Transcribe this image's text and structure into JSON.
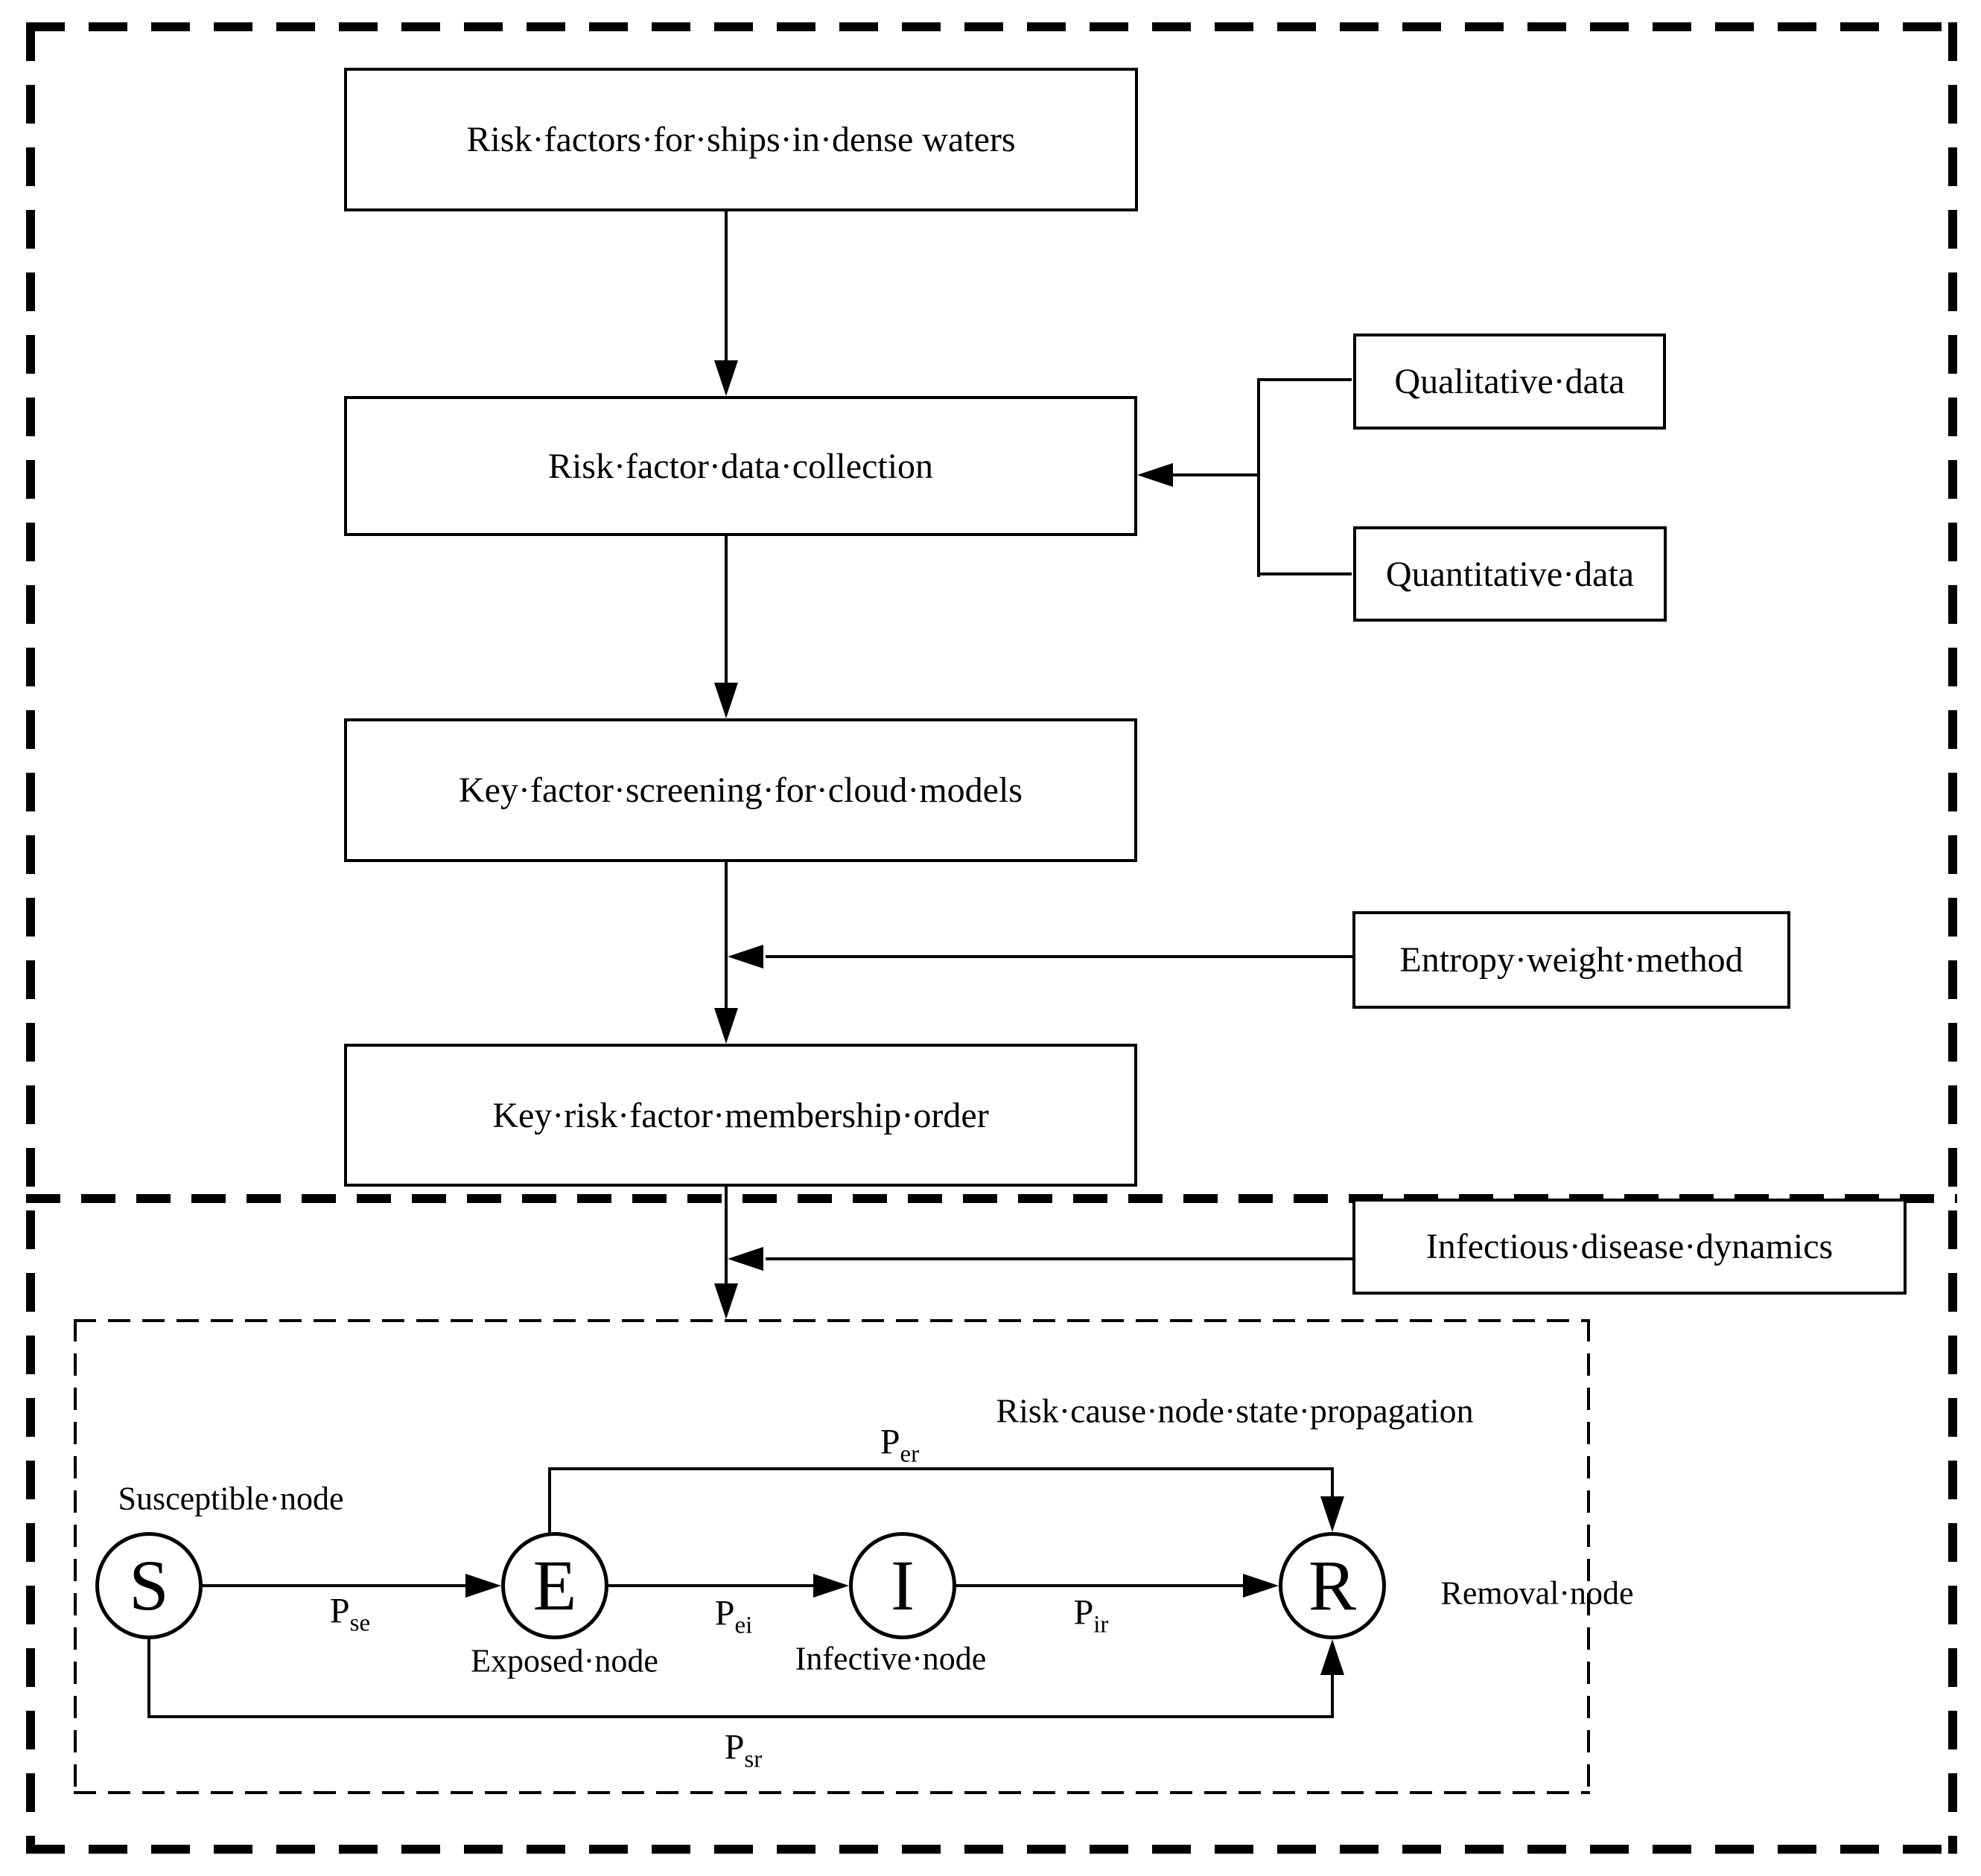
{
  "figure": {
    "background": "#ffffff",
    "line_color": "#000000",
    "flow_boxes": {
      "box1": "Risk·factors·for·ships·in·dense waters",
      "box2": "Risk·factor·data·collection",
      "box3": "Key·factor·screening·for·cloud·models",
      "box4": "Key·risk·factor·membership·order",
      "qualitative": "Qualitative·data",
      "quantitative": "Quantitative·data",
      "entropy": "Entropy·weight·method",
      "infectious": "Infectious·disease·dynamics"
    },
    "seir": {
      "caption": "Risk·cause·node·state·propagation",
      "nodes": [
        {
          "letter": "S",
          "label": "Susceptible·node"
        },
        {
          "letter": "E",
          "label": "Exposed·node"
        },
        {
          "letter": "I",
          "label": "Infective·node"
        },
        {
          "letter": "R",
          "label": "Removal·node"
        }
      ],
      "transitions": {
        "se": {
          "main": "P",
          "sub": "se"
        },
        "ei": {
          "main": "P",
          "sub": "ei"
        },
        "ir": {
          "main": "P",
          "sub": "ir"
        },
        "er": {
          "main": "P",
          "sub": "er"
        },
        "sr": {
          "main": "P",
          "sub": "sr"
        }
      }
    }
  }
}
